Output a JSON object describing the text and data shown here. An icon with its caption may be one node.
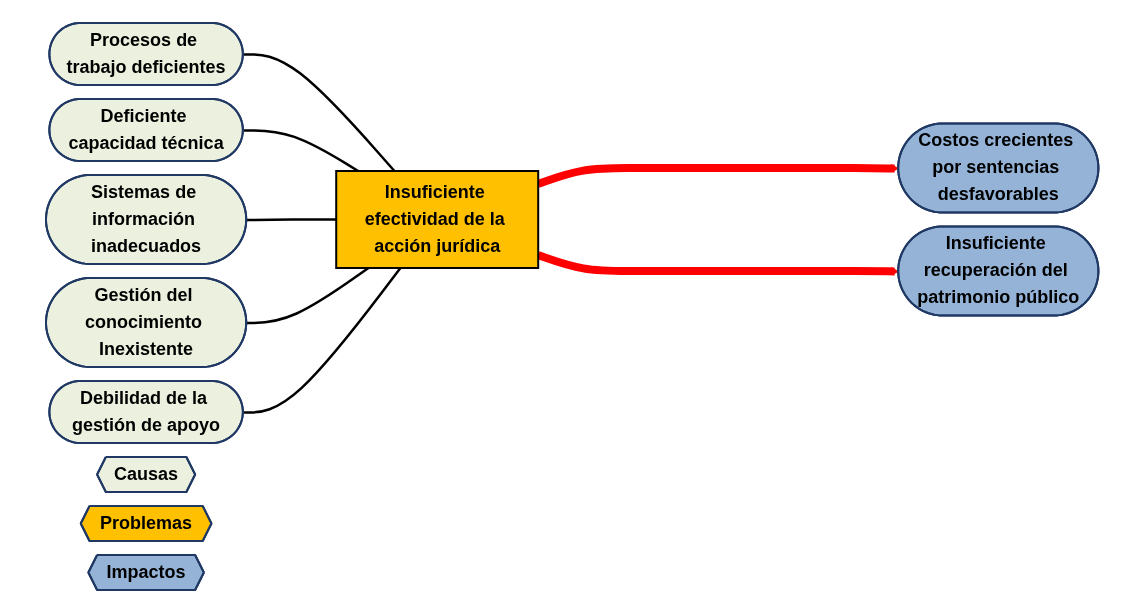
{
  "diagram": {
    "nodes": [
      {
        "text": [
          "Procesos de trabajo deficientes"
        ]
      },
      {
        "text": [
          "Deficiente capacidad técnica"
        ]
      },
      {
        "text": [
          "Sistemas de información inadecuados"
        ]
      },
      {
        "text": [
          "Gestión del conocimiento Inexistente"
        ]
      },
      {
        "text": [
          "Debilidad de la gestión de apoyo"
        ]
      },
      {
        "text": [
          "Insuficiente efectividad de la acción jurídica"
        ]
      },
      {
        "text": [
          "Costos crecientes por sentencias desfavorables"
        ]
      },
      {
        "text": [
          "Insuficiente recuperación del patrimonio público"
        ]
      },
      {
        "text": [
          "Causas"
        ]
      },
      {
        "text": [
          "Problemas"
        ]
      },
      {
        "text": [
          "Impactos"
        ]
      }
    ],
    "edges": [
      {
        "from": 0,
        "to": 5,
        "arrow": "none"
      },
      {
        "from": 1,
        "to": 5,
        "arrow": "none"
      },
      {
        "from": 2,
        "to": 5,
        "arrow": "none"
      },
      {
        "from": 3,
        "to": 5,
        "arrow": "none"
      },
      {
        "from": 4,
        "to": 5,
        "arrow": "none"
      },
      {
        "from": 5,
        "to": 6,
        "arrow": "to",
        "style": "thick",
        "color": "#ff0000"
      },
      {
        "from": 5,
        "to": 7,
        "arrow": "to",
        "style": "thick",
        "color": "#ff0000"
      }
    ]
  }
}
